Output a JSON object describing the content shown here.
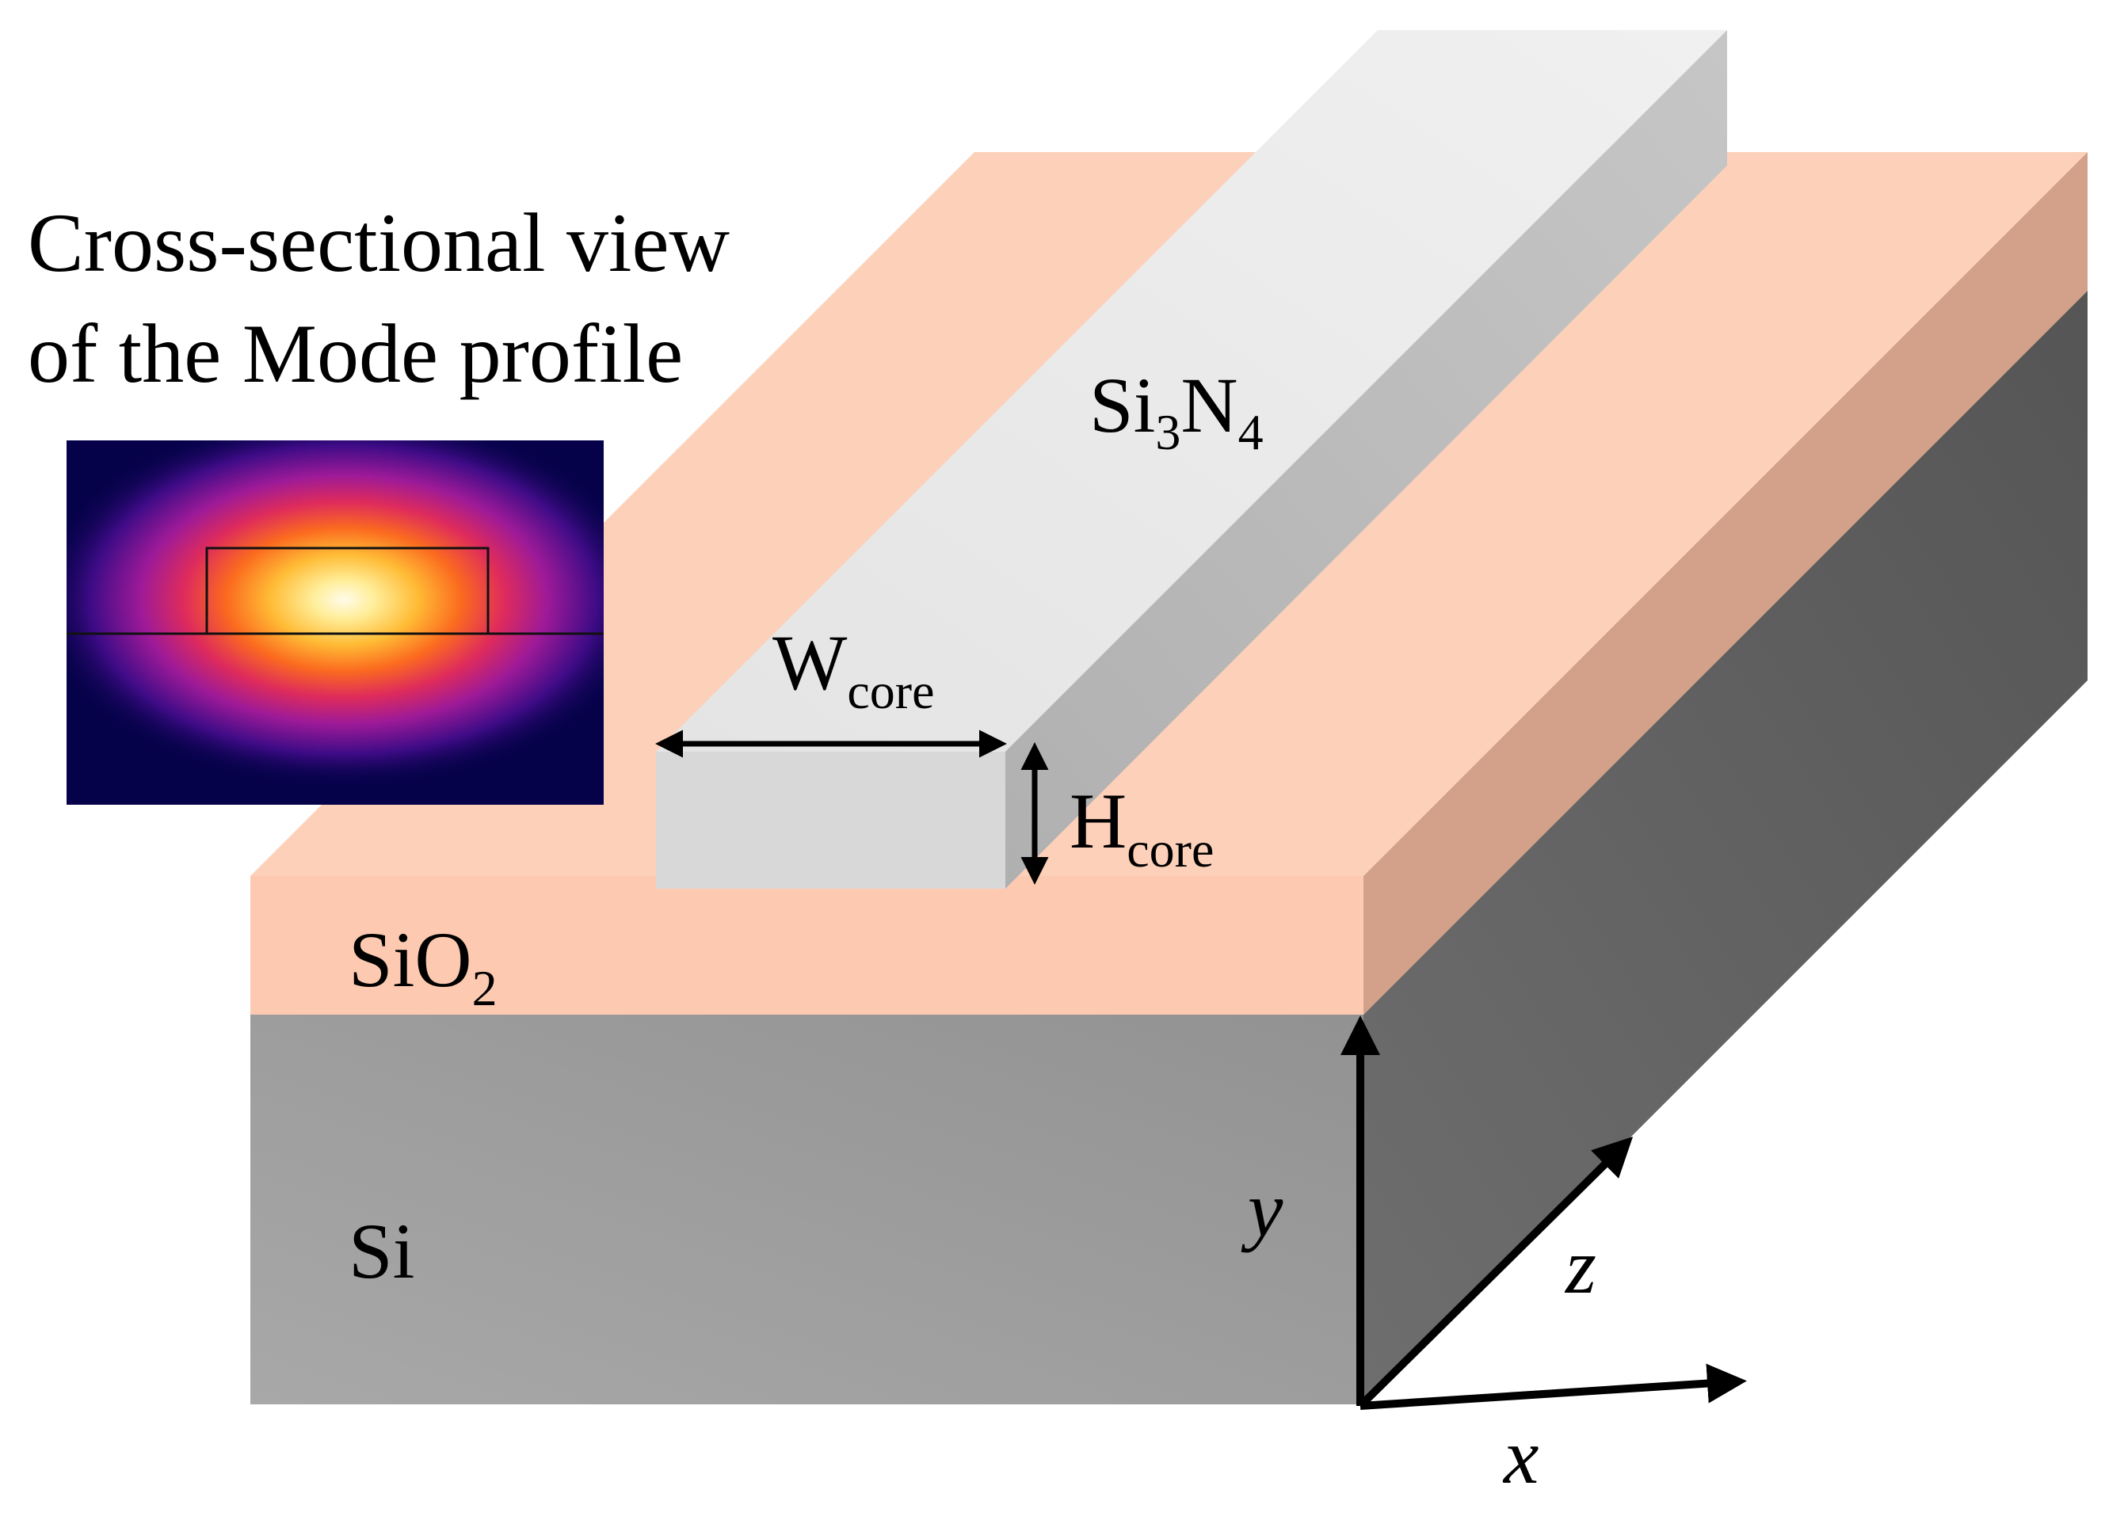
{
  "title": {
    "line1": "Cross-sectional view",
    "line2": "of the Mode profile"
  },
  "layers": {
    "core": {
      "base": "Si",
      "sub1": "3",
      "mid": "N",
      "sub2": "4"
    },
    "cladding": {
      "base": "SiO",
      "sub": "2"
    },
    "substrate": {
      "label": "Si"
    }
  },
  "dimensions": {
    "width": {
      "base": "W",
      "sub": "core"
    },
    "height": {
      "base": "H",
      "sub": "core"
    }
  },
  "axes": {
    "x": "x",
    "y": "y",
    "z": "z"
  },
  "colors": {
    "sio2_top": "#fdd0b9",
    "sio2_front": "#fdcab1",
    "sio2_side": "#d3a189",
    "si_front": "#a2a2a2",
    "si_side": "#666666",
    "core_top": "#e8e8e8",
    "core_side": "#b4b4b4",
    "core_front": "#d8d8d8",
    "mode_background": "#06024a"
  },
  "icons": {
    "mode_profile": "mode-intensity-heatmap",
    "arrows": "double-headed-dimension-arrow"
  }
}
